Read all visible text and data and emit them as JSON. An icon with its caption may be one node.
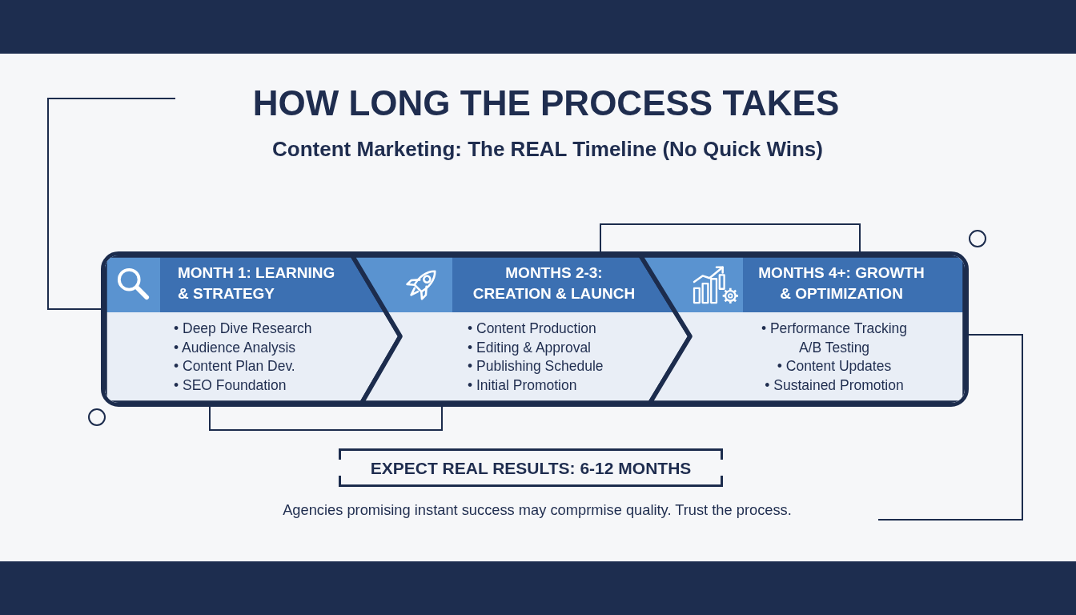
{
  "diagram": {
    "title": "HOW LONG THE PROCESS TAKES",
    "nodes": [
      {
        "text": [],
        "shape": "box"
      },
      {
        "text": [
          "MONTH 1: LEARNING & STRATEGY",
          "• Deep Dive Research",
          "• Audience Analysis",
          "• Content Plan Dev.",
          "• SEO Foundation"
        ],
        "in": 0
      },
      {
        "text": [
          "MONTHS 2-3: CREATION & LAUNCH",
          "• Content Production",
          "• Editing & Approval",
          "• Publishing Schedule",
          "• Initial Promotion"
        ],
        "in": 0
      },
      {
        "text": [
          "MONTHS 4+: GROWTH & OPTIMIZATION",
          "• Performance Tracking",
          "A/B Testing",
          "• Content Updates",
          "• Sustained Promotion"
        ],
        "in": 0
      },
      {
        "text": [
          "EXPECT REAL RESULTS: 6-12 MONTHS"
        ]
      }
    ],
    "labels": [
      "Content Marketing: The REAL Timeline (No Quick Wins)",
      "Agencies promising instant success may comprmise quality. Trust the process."
    ]
  }
}
